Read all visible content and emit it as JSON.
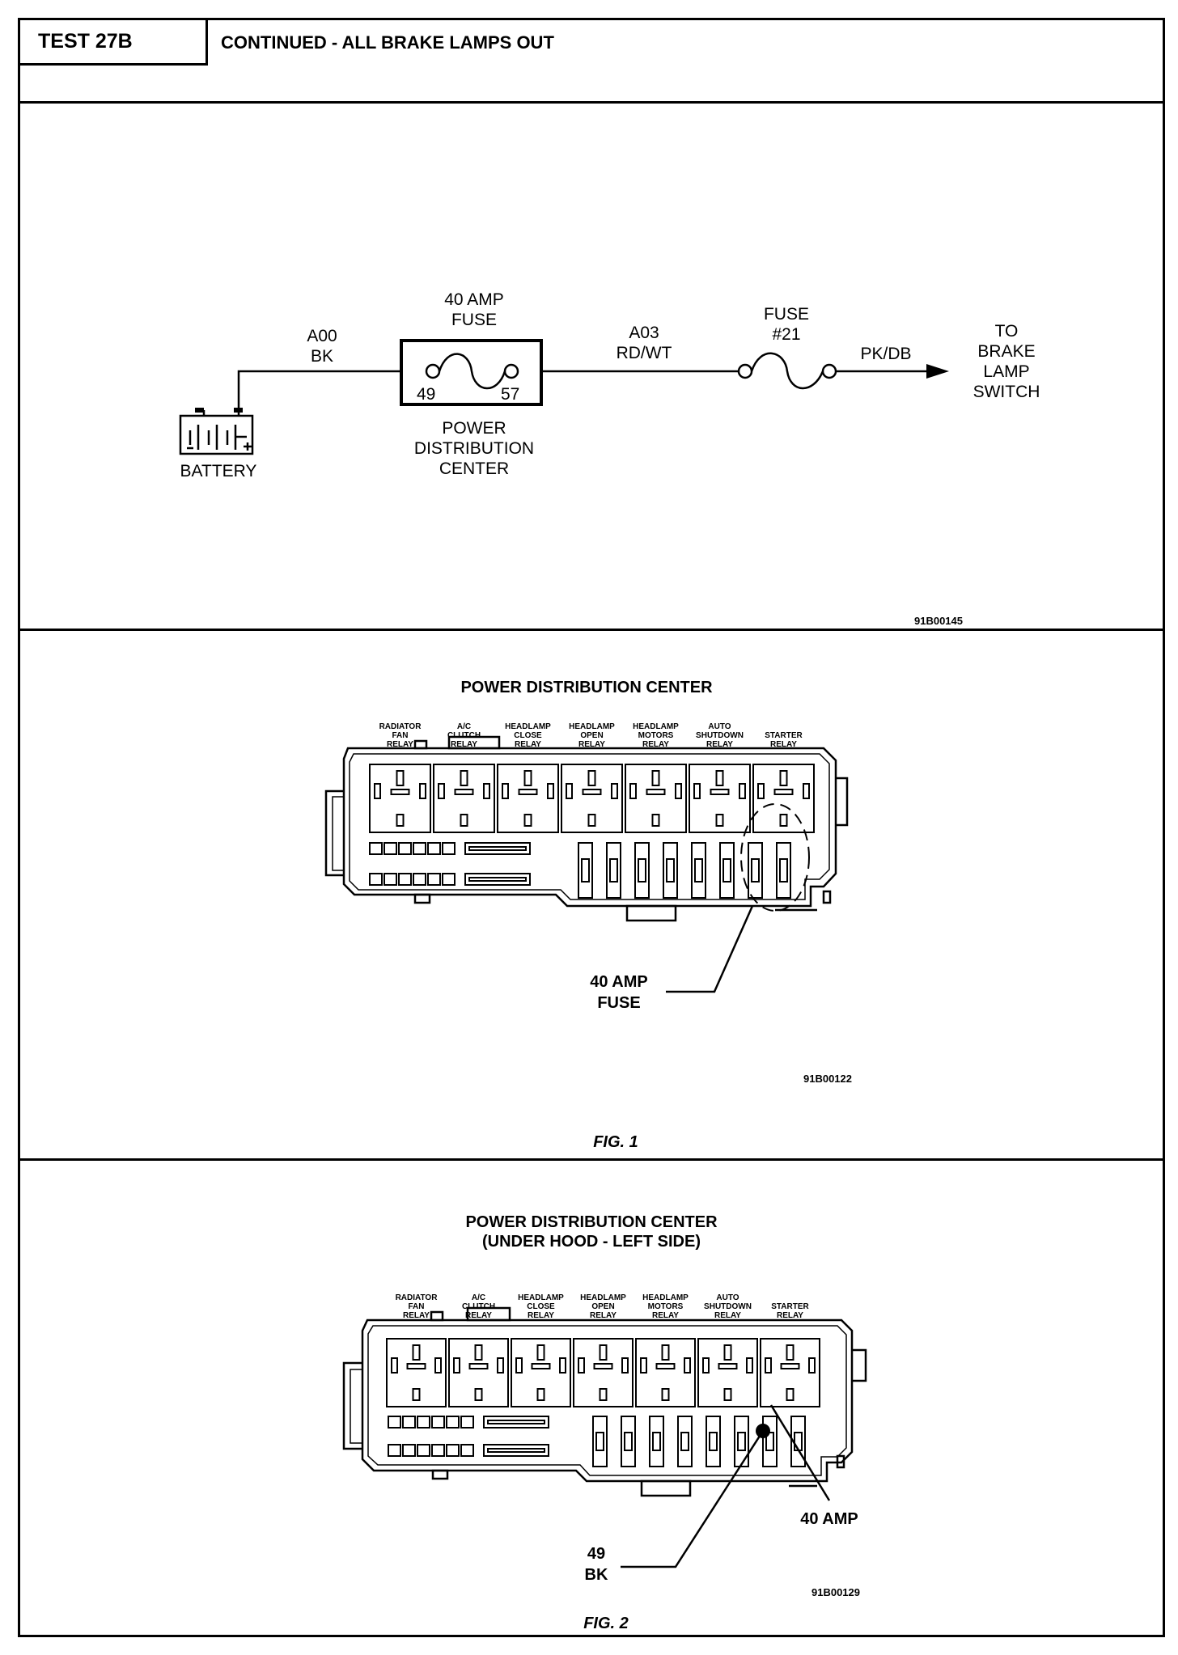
{
  "header": {
    "test_id": "TEST 27B",
    "title": "CONTINUED - ALL BRAKE LAMPS OUT"
  },
  "schematic": {
    "battery_label": "BATTERY",
    "wire1_code": "A00",
    "wire1_color": "BK",
    "fuse1_label_line1": "40 AMP",
    "fuse1_label_line2": "FUSE",
    "term_left": "49",
    "term_right": "57",
    "pdc_line1": "POWER",
    "pdc_line2": "DISTRIBUTION",
    "pdc_line3": "CENTER",
    "wire2_code": "A03",
    "wire2_color": "RD/WT",
    "fuse2_line1": "FUSE",
    "fuse2_line2": "#21",
    "wire3_color": "PK/DB",
    "dest_line1": "TO",
    "dest_line2": "BRAKE",
    "dest_line3": "LAMP",
    "dest_line4": "SWITCH",
    "ref": "91B00145"
  },
  "fig1": {
    "title": "POWER DISTRIBUTION CENTER",
    "relays": [
      [
        "RADIATOR",
        "FAN",
        "RELAY"
      ],
      [
        "A/C",
        "CLUTCH",
        "RELAY"
      ],
      [
        "HEADLAMP",
        "CLOSE",
        "RELAY"
      ],
      [
        "HEADLAMP",
        "OPEN",
        "RELAY"
      ],
      [
        "HEADLAMP",
        "MOTORS",
        "RELAY"
      ],
      [
        "AUTO",
        "SHUTDOWN",
        "RELAY"
      ],
      [
        "STARTER",
        "RELAY"
      ]
    ],
    "callout_line1": "40 AMP",
    "callout_line2": "FUSE",
    "ref": "91B00122",
    "caption": "FIG. 1"
  },
  "fig2": {
    "title_line1": "POWER DISTRIBUTION CENTER",
    "title_line2": "(UNDER HOOD - LEFT SIDE)",
    "relays": [
      [
        "RADIATOR",
        "FAN",
        "RELAY"
      ],
      [
        "A/C",
        "CLUTCH",
        "RELAY"
      ],
      [
        "HEADLAMP",
        "CLOSE",
        "RELAY"
      ],
      [
        "HEADLAMP",
        "OPEN",
        "RELAY"
      ],
      [
        "HEADLAMP",
        "MOTORS",
        "RELAY"
      ],
      [
        "AUTO",
        "SHUTDOWN",
        "RELAY"
      ],
      [
        "STARTER",
        "RELAY"
      ]
    ],
    "callout_term": "49",
    "callout_color": "BK",
    "callout_amp": "40 AMP",
    "ref": "91B00129",
    "caption": "FIG. 2"
  }
}
